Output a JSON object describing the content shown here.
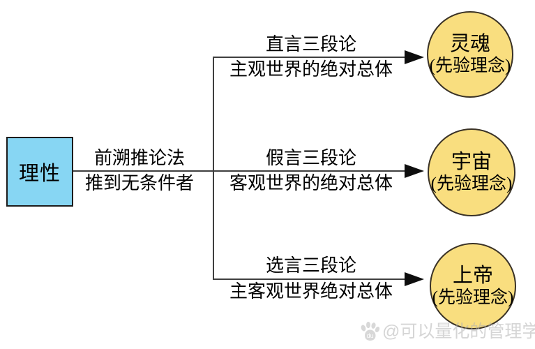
{
  "diagram": {
    "root": {
      "label": "理性"
    },
    "main_edge": {
      "label_top": "前溯推论法",
      "label_bottom": "推到无条件者"
    },
    "branches": [
      {
        "label_top": "直言三段论",
        "label_bottom": "主观世界的绝对总体",
        "target": {
          "title": "灵魂",
          "subtitle": "(先验理念)"
        }
      },
      {
        "label_top": "假言三段论",
        "label_bottom": "客观世界的绝对总体",
        "target": {
          "title": "宇宙",
          "subtitle": "(先验理念)"
        }
      },
      {
        "label_top": "选言三段论",
        "label_bottom": "主客观世界绝对总体",
        "target": {
          "title": "上帝",
          "subtitle": "(先验理念)"
        }
      }
    ],
    "colors": {
      "root_fill": "#87d6f3",
      "circle_fill": "#f9de7f",
      "line": "#3f3f3f"
    }
  },
  "watermark": {
    "icon": "baidu-paw-icon",
    "text": "@可以量化的管理学"
  }
}
